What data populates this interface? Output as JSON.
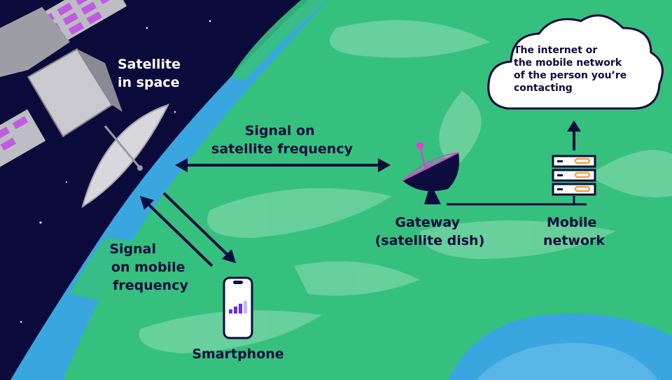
{
  "labels": {
    "satellite": [
      "Satellite",
      "in space"
    ],
    "satellite_signal": [
      "Signal on",
      "satellite frequency"
    ],
    "mobile_signal": [
      "Signal",
      "on mobile",
      "frequency"
    ],
    "smartphone": "Smartphone",
    "gateway": [
      "Gateway",
      "(satellite dish)"
    ],
    "mobile_network": [
      "Mobile",
      "network"
    ],
    "cloud": [
      "The internet or",
      "the mobile network",
      "of the person you’re",
      "contacting"
    ]
  },
  "colors": {
    "space": "#0b0b3b",
    "earth": "#36c07e",
    "ocean": "#3aa6e0",
    "ink": "#0d0c3e",
    "accent_pink": "#e23fcf",
    "signal_purple": "#6a2df0",
    "server_orange": "#f2a13a"
  }
}
